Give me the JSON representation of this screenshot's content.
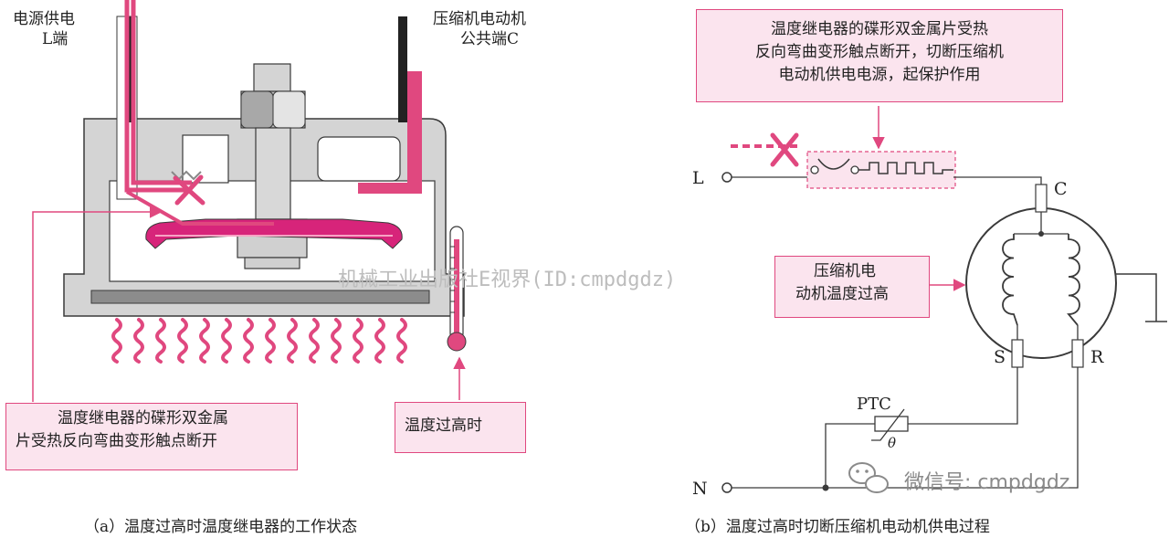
{
  "left": {
    "label_supply_l": "电源供电",
    "label_supply_l2": "L端",
    "label_common_c": "压缩机电动机",
    "label_common_c2": "公共端C",
    "callout_bimetal": "温度继电器的碟形双金属",
    "callout_bimetal2": "片受热反向弯曲变形触点断开",
    "callout_overheat": "温度过高时",
    "caption": "（a）温度过高时温度继电器的工作状态"
  },
  "right": {
    "callout_top_1": "温度继电器的碟形双金属片受热",
    "callout_top_2": "反向弯曲变形触点断开，切断压缩机",
    "callout_top_3": "电动机供电电源，起保护作用",
    "callout_motor_1": "压缩机电",
    "callout_motor_2": "动机温度过高",
    "terminal_l": "L",
    "terminal_n": "N",
    "terminal_c": "C",
    "terminal_s": "S",
    "terminal_r": "R",
    "ptc_label": "PTC",
    "ptc_theta": "θ",
    "caption": "（b）温度过高时切断压缩机电动机供电过程"
  },
  "watermark": "机械工业出版社E视界(ID:cmpdgdz)",
  "wechat": "微信号: cmpdgdz",
  "colors": {
    "accent": "#e0487f",
    "callout_fill": "#fbe4ee",
    "housing": "#d4d4d4",
    "outline": "#3a3a3a"
  }
}
